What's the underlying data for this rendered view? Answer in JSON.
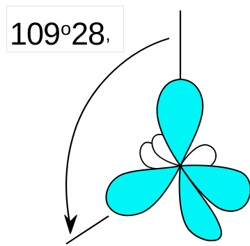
{
  "angle_label": {
    "degrees": "109",
    "degree_mark": "o",
    "minutes": "28",
    "minute_mark": ","
  },
  "colors": {
    "orbital_fill": "#00f5f7",
    "stroke": "#000000",
    "label_border": "#e2e2e2"
  },
  "icons": [
    "curved-arrow-icon"
  ]
}
